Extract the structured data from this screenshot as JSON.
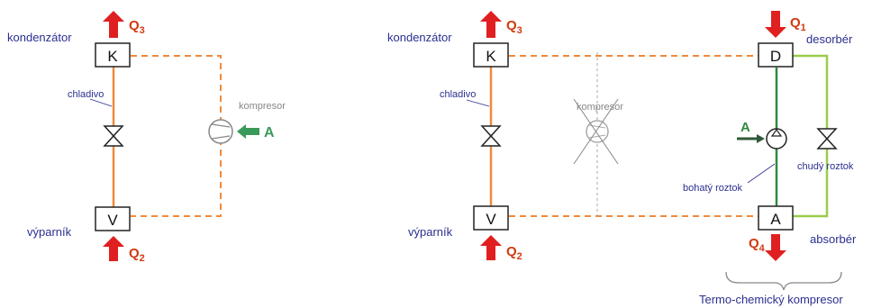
{
  "colors": {
    "text_blue": "#2b2f8f",
    "arrow_red": "#e02020",
    "label_red": "#d03a10",
    "orange_line": "#f08a3c",
    "green_dark": "#2f8a3e",
    "green_light": "#9ccc4a",
    "green_arrow": "#3a9a5a",
    "gray": "#888888"
  },
  "left": {
    "condenser_label": "kondenzátor",
    "evaporator_label": "výparník",
    "refrigerant_label": "chladivo",
    "compressor_label": "kompresor",
    "box_k": "K",
    "box_v": "V",
    "q_top": "Q",
    "q_top_sub": "3",
    "q_bottom": "Q",
    "q_bottom_sub": "2",
    "work_label": "A"
  },
  "right": {
    "condenser_label": "kondenzátor",
    "evaporator_label": "výparník",
    "refrigerant_label": "chladivo",
    "compressor_label": "kompresor",
    "box_k": "K",
    "box_v": "V",
    "box_d": "D",
    "box_a": "A",
    "q_top": "Q",
    "q_top_sub": "3",
    "q_bottom": "Q",
    "q_bottom_sub": "2",
    "q_desorber": "Q",
    "q_desorber_sub": "1",
    "q_absorber": "Q",
    "q_absorber_sub": "4",
    "desorber_label": "desorbér",
    "absorber_label": "absorbér",
    "pump_work_label": "A",
    "rich_solution_label": "bohatý roztok",
    "poor_solution_label": "chudý  roztok",
    "thermo_compressor_label": "Termo-chemický  kompresor"
  }
}
